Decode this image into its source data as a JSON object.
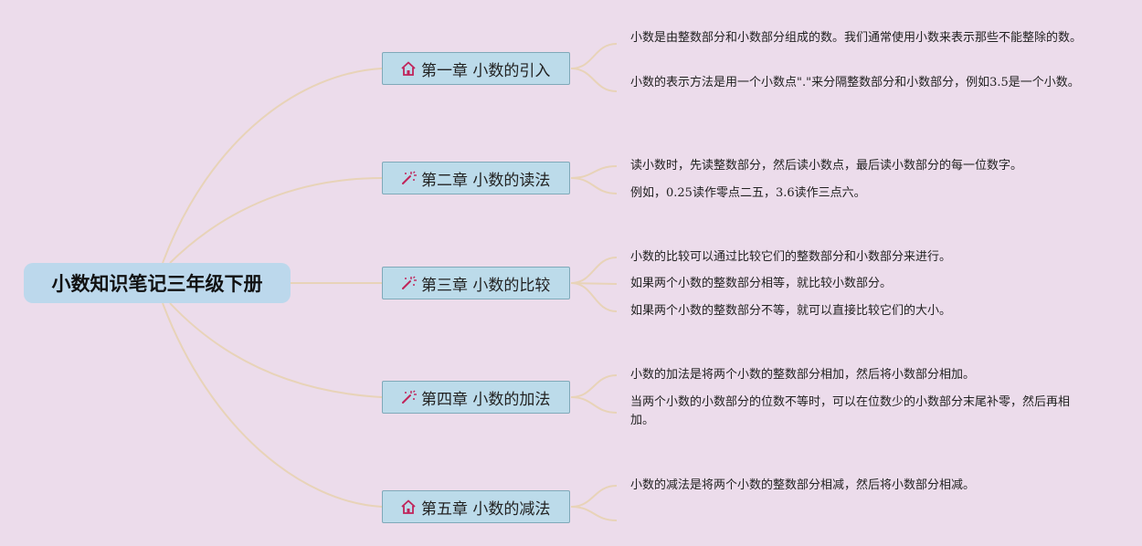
{
  "root": {
    "title": "小数知识笔记三年级下册"
  },
  "chapters": [
    {
      "title": "第一章 小数的引入",
      "icon": "house-icon",
      "notes": [
        "小数是由整数部分和小数部分组成的数。我们通常使用小数来表示那些不能整除的数。",
        "小数的表示方法是用一个小数点\".\"来分隔整数部分和小数部分，例如3.5是一个小数。"
      ]
    },
    {
      "title": "第二章 小数的读法",
      "icon": "magic-wand-icon",
      "notes": [
        "读小数时，先读整数部分，然后读小数点，最后读小数部分的每一位数字。",
        "例如，0.25读作零点二五，3.6读作三点六。"
      ]
    },
    {
      "title": "第三章 小数的比较",
      "icon": "magic-wand-icon",
      "notes": [
        "小数的比较可以通过比较它们的整数部分和小数部分来进行。",
        "如果两个小数的整数部分相等，就比较小数部分。",
        "如果两个小数的整数部分不等，就可以直接比较它们的大小。"
      ]
    },
    {
      "title": "第四章 小数的加法",
      "icon": "magic-wand-icon",
      "notes": [
        "小数的加法是将两个小数的整数部分相加，然后将小数部分相加。",
        "当两个小数的小数部分的位数不等时，可以在位数少的小数部分末尾补零，然后再相加。"
      ]
    },
    {
      "title": "第五章 小数的减法",
      "icon": "house-icon",
      "notes": [
        "小数的减法是将两个小数的整数部分相减，然后将小数部分相减。"
      ]
    }
  ],
  "colors": {
    "background": "#ecdceb",
    "root_fill": "#bcd8ec",
    "chapter_fill": "#bcdbea",
    "chapter_border": "#7fa9b9",
    "connector": "#e8d3b8",
    "icon": "#c0245a"
  }
}
